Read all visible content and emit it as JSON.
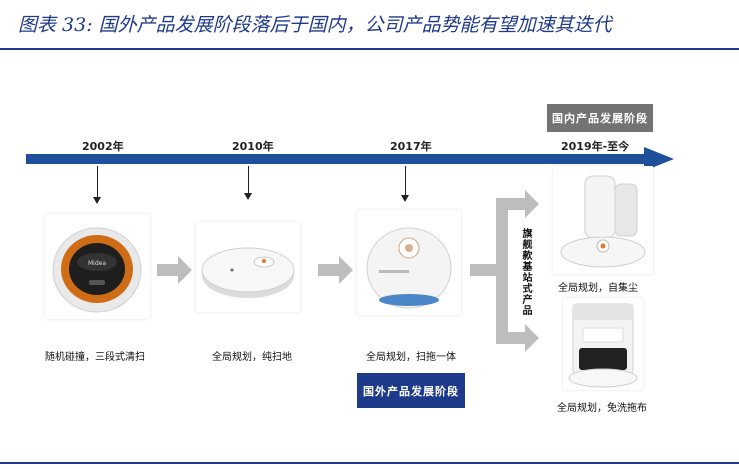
{
  "title": "图表 33:  国外产品发展阶段落后于国内，公司产品势能有望加速其迭代",
  "timeline": {
    "years": [
      "2002年",
      "2010年",
      "2017年",
      "2019年-至今"
    ]
  },
  "stages": {
    "domestic": "国内产品发展阶段",
    "foreign": "国外产品发展阶段"
  },
  "branch_label": "旗舰款基站式产品",
  "products": [
    {
      "caption": "随机碰撞，三段式清扫",
      "brand": "Midea"
    },
    {
      "caption": "全局规划，纯扫地"
    },
    {
      "caption": "全局规划，扫拖一体"
    },
    {
      "caption": "全局规划，自集尘"
    },
    {
      "caption": "全局规划，免洗拖布"
    }
  ],
  "colors": {
    "title": "#1f3a8a",
    "timeline": "#1e4f9a",
    "arrow_gray": "#bdbdbd",
    "stage_domestic_bg": "#737373",
    "stage_foreign_bg": "#1e3a8a"
  }
}
